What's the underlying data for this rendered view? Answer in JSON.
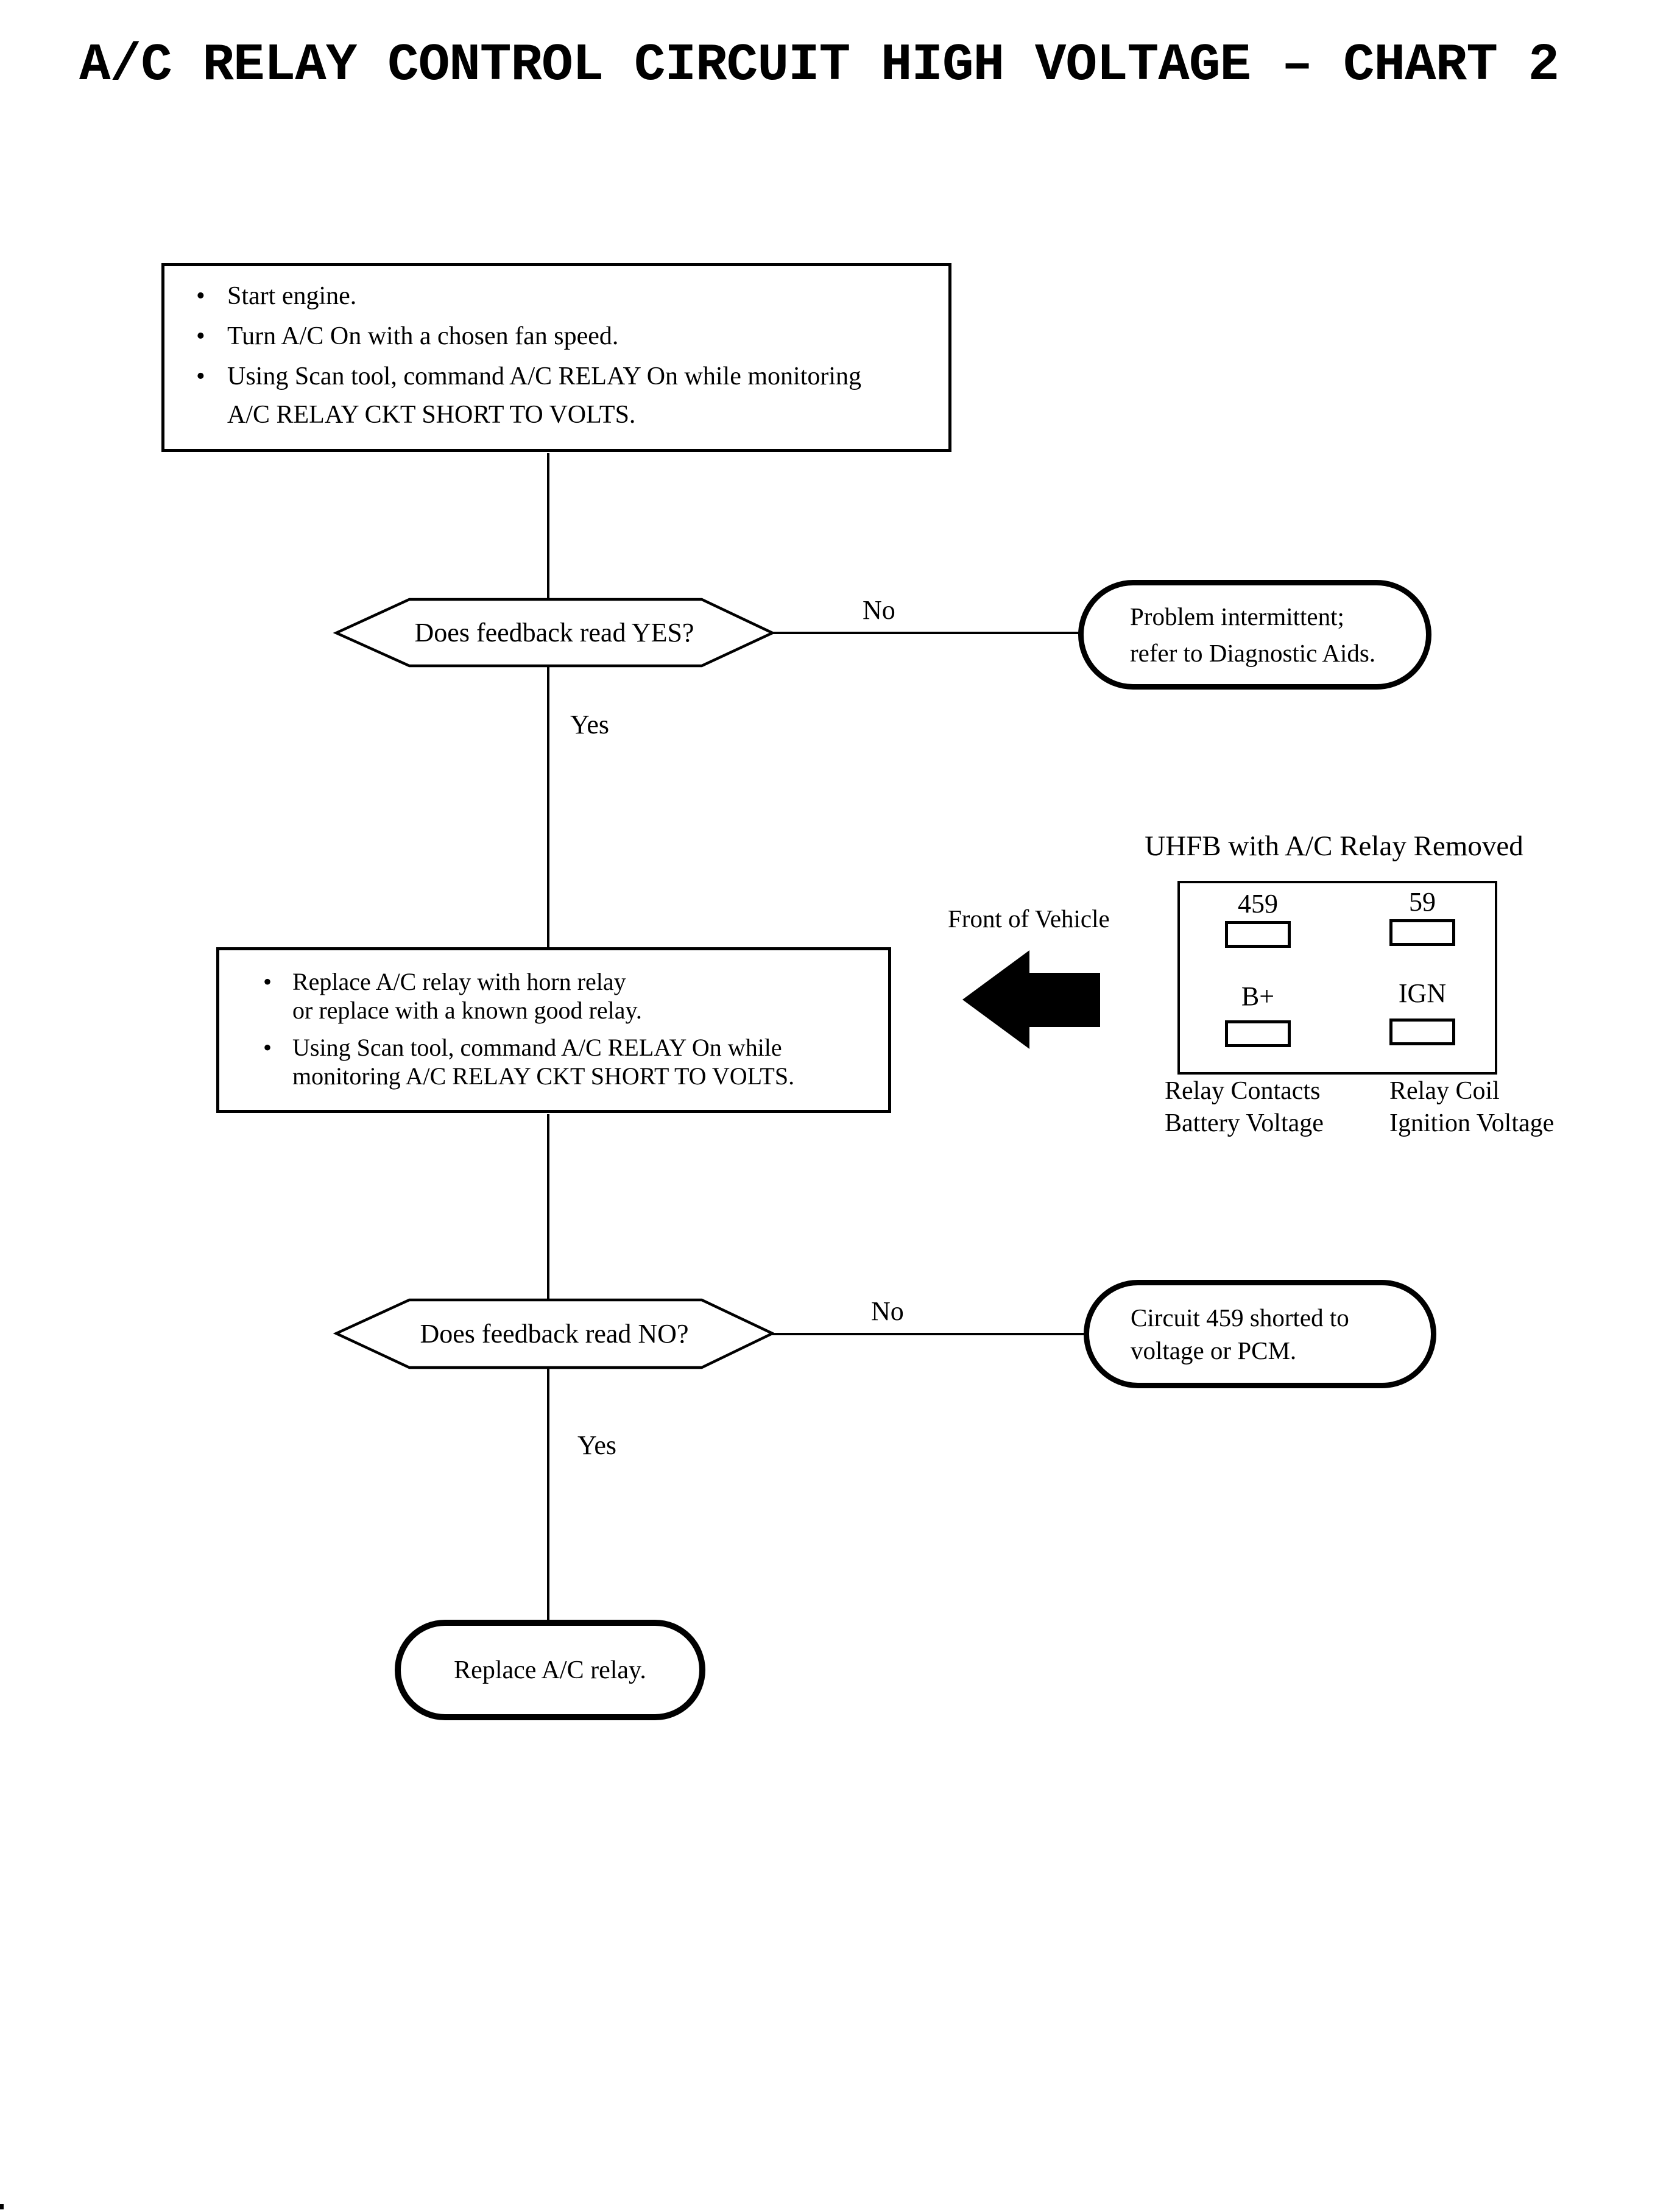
{
  "page": {
    "title": "A/C RELAY CONTROL CIRCUIT HIGH VOLTAGE – CHART 2"
  },
  "glyphs": {
    "bullet": "•"
  },
  "colors": {
    "ink": "#000000",
    "paper": "#ffffff"
  },
  "flow": {
    "step1": {
      "items": [
        {
          "lines": [
            "Start engine."
          ]
        },
        {
          "lines": [
            "Turn A/C On with a chosen fan speed."
          ]
        },
        {
          "lines": [
            "Using Scan tool, command A/C RELAY On while monitoring",
            "A/C RELAY CKT SHORT TO VOLTS."
          ]
        }
      ]
    },
    "decision1": {
      "question": "Does feedback read YES?",
      "no_label": "No",
      "yes_label": "Yes"
    },
    "terminal_intermittent": {
      "lines": [
        "Problem intermittent;",
        "refer to Diagnostic Aids."
      ]
    },
    "step2": {
      "items": [
        {
          "lines": [
            "Replace A/C relay with horn relay",
            "or replace with a known good relay."
          ]
        },
        {
          "lines": [
            "Using Scan tool, command A/C RELAY On while",
            "monitoring A/C RELAY CKT SHORT TO VOLTS."
          ]
        }
      ]
    },
    "decision2": {
      "question": "Does feedback read NO?",
      "no_label": "No",
      "yes_label": "Yes"
    },
    "terminal_circuit459": {
      "lines": [
        "Circuit 459 shorted to",
        "voltage or PCM."
      ]
    },
    "terminal_replace": {
      "label": "Replace A/C relay."
    }
  },
  "inset": {
    "title": "UHFB with A/C Relay Removed",
    "front_of_vehicle": "Front of Vehicle",
    "pins": [
      {
        "label": "459"
      },
      {
        "label": "59"
      },
      {
        "label": "B+"
      },
      {
        "label": "IGN"
      }
    ],
    "caption_left": {
      "lines": [
        "Relay Contacts",
        "Battery Voltage"
      ]
    },
    "caption_right": {
      "lines": [
        "Relay Coil",
        "Ignition Voltage"
      ]
    }
  }
}
